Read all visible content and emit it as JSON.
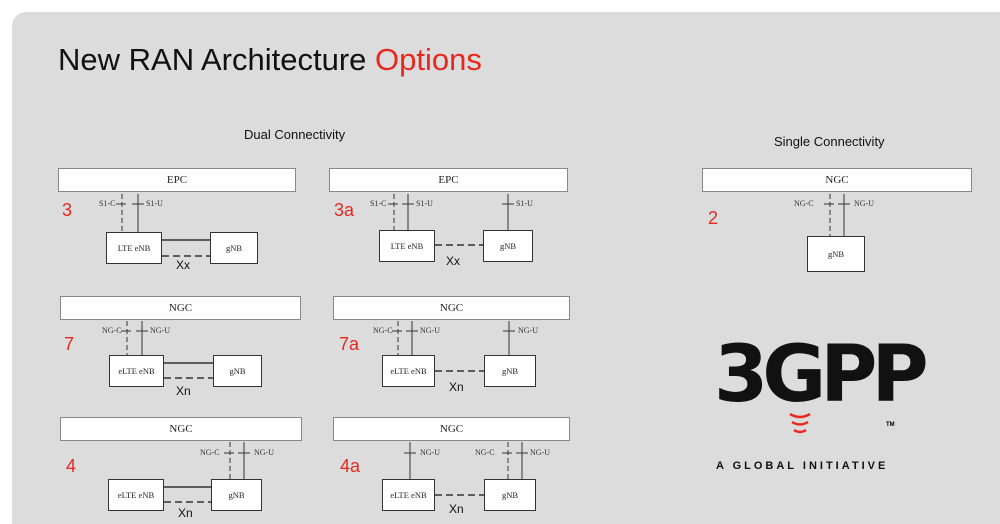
{
  "slide": {
    "title_main": "New RAN Architecture",
    "title_accent": "Options",
    "accent_color": "#e8281f"
  },
  "sections": {
    "dual": "Dual Connectivity",
    "single": "Single Connectivity"
  },
  "options": {
    "o3": {
      "label": "3",
      "core": "EPC",
      "node_a": "LTE eNB",
      "node_b": "gNB",
      "ctrl": "S1-C",
      "user": "S1-U",
      "xlink": "Xx"
    },
    "o3a": {
      "label": "3a",
      "core": "EPC",
      "node_a": "LTE eNB",
      "node_b": "gNB",
      "ctrl": "S1-C",
      "user": "S1-U",
      "user_b": "S1-U",
      "xlink": "Xx"
    },
    "o7": {
      "label": "7",
      "core": "NGC",
      "node_a": "eLTE eNB",
      "node_b": "gNB",
      "ctrl": "NG-C",
      "user": "NG-U",
      "xlink": "Xn"
    },
    "o7a": {
      "label": "7a",
      "core": "NGC",
      "node_a": "eLTE eNB",
      "node_b": "gNB",
      "ctrl": "NG-C",
      "user": "NG-U",
      "user_b": "NG-U",
      "xlink": "Xn"
    },
    "o4": {
      "label": "4",
      "core": "NGC",
      "node_a": "eLTE eNB",
      "node_b": "gNB",
      "ctrl": "NG-C",
      "user": "NG-U",
      "xlink": "Xn"
    },
    "o4a": {
      "label": "4a",
      "core": "NGC",
      "node_a": "eLTE eNB",
      "node_b": "gNB",
      "ctrl": "NG-C",
      "user": "NG-U",
      "user_a": "NG-U",
      "xlink": "Xn"
    },
    "o2": {
      "label": "2",
      "core": "NGC",
      "node_b": "gNB",
      "ctrl": "NG-C",
      "user": "NG-U"
    }
  },
  "logo": {
    "wordmark": "3GPP",
    "tm": "TM",
    "tagline": "A GLOBAL INITIATIVE"
  }
}
